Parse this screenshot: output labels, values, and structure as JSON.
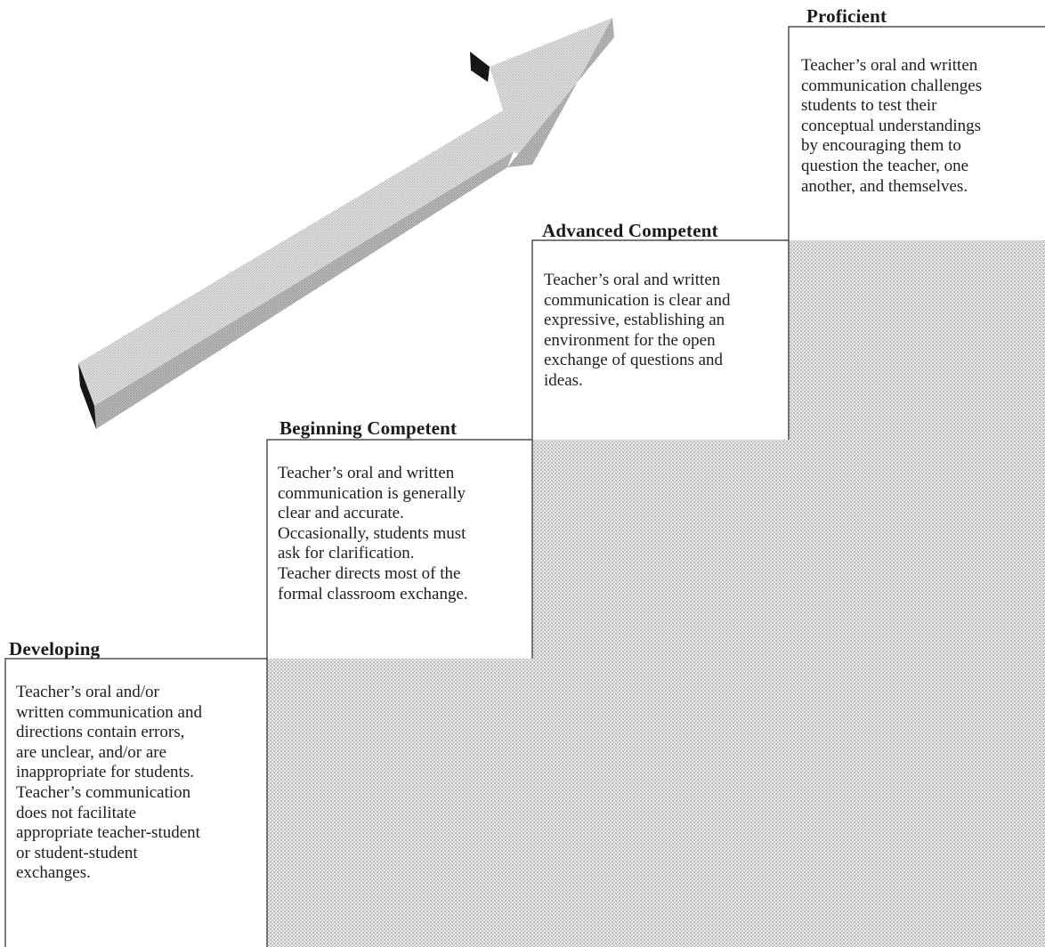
{
  "levels": [
    {
      "title": "Developing",
      "description": "Teacher’s oral and/or\nwritten communication and\ndirections contain errors,\nare unclear, and/or are\ninappropriate for students.\nTeacher’s communication\ndoes not facilitate\nappropriate teacher-student\nor student-student\nexchanges."
    },
    {
      "title": "Beginning Competent",
      "description": "Teacher’s oral and written\ncommunication is generally\nclear and accurate.\nOccasionally, students must\nask for clarification.\nTeacher directs most of the\nformal classroom exchange."
    },
    {
      "title": "Advanced Competent",
      "description": "Teacher’s oral and written\ncommunication is clear and\nexpressive, establishing an\nenvironment for the open\nexchange of questions and\nideas."
    },
    {
      "title": "Proficient",
      "description": "Teacher’s oral and written\ncommunication challenges\nstudents to test their\nconceptual understandings\nby encouraging them to\nquestion the teacher, one\nanother, and themselves."
    }
  ],
  "colors": {
    "stipple_light": "#e9e9e9",
    "stipple_dark": "#a9a9a9",
    "arrow_light": "#dcdcdc",
    "arrow_shadow": "#b8b8b8",
    "arrow_end": "#161616",
    "border": "#2a2a2a"
  },
  "icons": {
    "progression_arrow": "upward-diagonal-3d-arrow"
  }
}
